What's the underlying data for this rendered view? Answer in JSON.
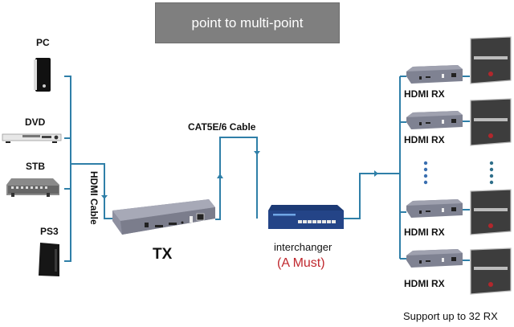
{
  "title": "point to multi-point",
  "sources": [
    {
      "label": "PC",
      "icon": "pc-tower-icon"
    },
    {
      "label": "DVD",
      "icon": "dvd-player-icon"
    },
    {
      "label": "STB",
      "icon": "set-top-box-icon"
    },
    {
      "label": "PS3",
      "icon": "game-console-icon"
    }
  ],
  "cables": {
    "hdmi": "HDMI Cable",
    "cat": "CAT5E/6 Cable"
  },
  "transmitter": {
    "label": "TX"
  },
  "switch": {
    "label": "interchanger",
    "note": "(A Must)"
  },
  "receivers": [
    {
      "label": "HDMI RX"
    },
    {
      "label": "HDMI RX"
    },
    {
      "label": "HDMI RX"
    },
    {
      "label": "HDMI RX"
    }
  ],
  "footer": "Support up to 32 RX",
  "colors": {
    "line": "#2f7fa8",
    "title_bg": "#7f7f7f",
    "accent_red": "#c0282e",
    "device_gray": "#8a8d9a",
    "switch_blue": "#1f3f7a"
  }
}
